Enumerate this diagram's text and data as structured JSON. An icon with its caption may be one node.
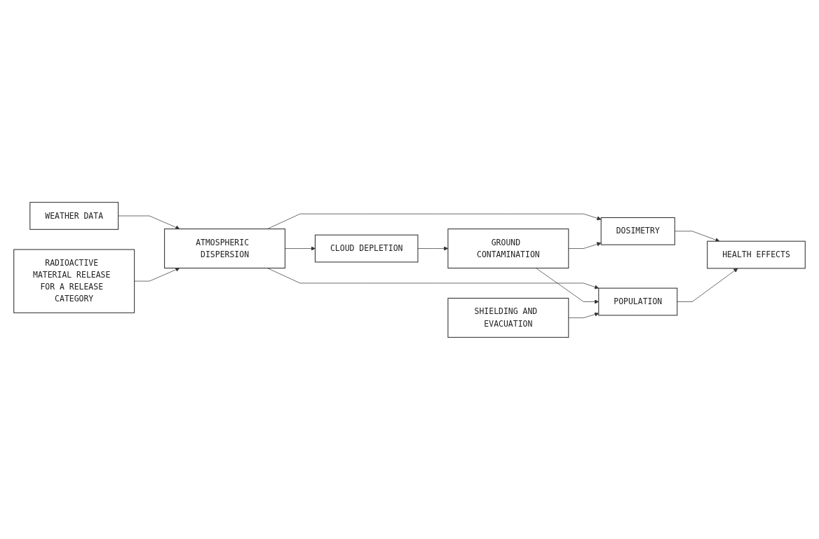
{
  "diagram": {
    "nodes": [
      {
        "text": [
          "WEATHER DATA"
        ]
      },
      {
        "text": [
          "RADIOACTIVE MATERIAL RELEASE FOR A RELEASE CATEGORY"
        ]
      },
      {
        "text": [
          "ATMOSPHERIC DISPERSION"
        ]
      },
      {
        "text": [
          "CLOUD DEPLETION"
        ]
      },
      {
        "text": [
          "GROUND CONTAMINATION"
        ]
      },
      {
        "text": [
          "DOSIMETRY"
        ]
      },
      {
        "text": [
          "POPULATION"
        ]
      },
      {
        "text": [
          "HEALTH EFFECTS"
        ]
      },
      {
        "text": [
          "SHIELDING AND EVACUATION"
        ]
      }
    ],
    "edges": [
      {
        "from": 0,
        "to": 2,
        "arrow": "to"
      },
      {
        "from": 1,
        "to": 2,
        "arrow": "to"
      },
      {
        "from": 2,
        "to": 3,
        "arrow": "to"
      },
      {
        "from": 3,
        "to": 4,
        "arrow": "to"
      },
      {
        "from": 2,
        "to": 5,
        "arrow": "to"
      },
      {
        "from": 2,
        "to": 6,
        "arrow": "to"
      },
      {
        "from": 4,
        "to": 5,
        "arrow": "to"
      },
      {
        "from": 4,
        "to": 6,
        "arrow": "to"
      },
      {
        "from": 5,
        "to": 7,
        "arrow": "to"
      },
      {
        "from": 6,
        "to": 7,
        "arrow": "to"
      },
      {
        "from": 8,
        "to": 6,
        "arrow": "to"
      }
    ]
  }
}
